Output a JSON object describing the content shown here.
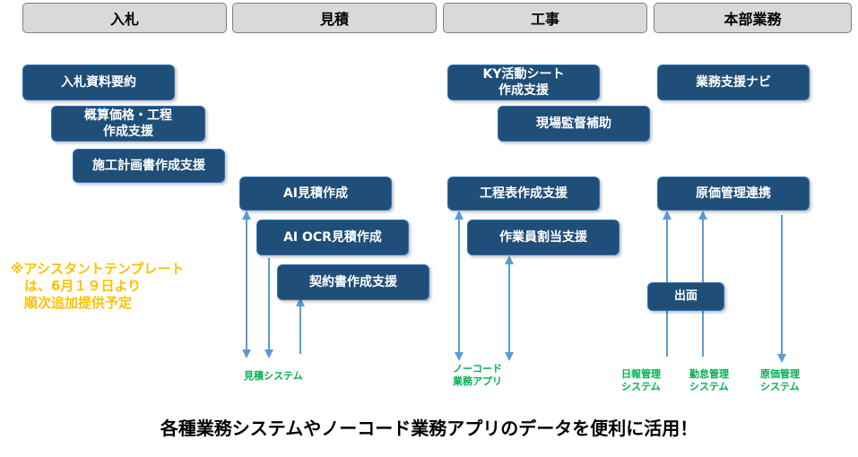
{
  "headers": [
    "入札",
    "見積",
    "工事",
    "本部業務"
  ],
  "boxes": {
    "bid_summary": "入札資料要約",
    "estimate_process": "概算価格・工程\n作成支援",
    "construction_plan": "施工計画書作成支援",
    "ai_estimate": "AI見積作成",
    "ai_ocr_estimate": "AI OCR見積作成",
    "contract": "契約書作成支援",
    "ky_sheet": "KY活動シート\n作成支援",
    "site_supervision": "現場監督補助",
    "schedule": "工程表作成支援",
    "worker_assign": "作業員割当支援",
    "business_navi": "業務支援ナビ",
    "cost_link": "原価管理連携",
    "output": "出面"
  },
  "systems": {
    "estimate_system": "見積システム",
    "nocode_app": "ノーコード\n業務アプリ",
    "daily_report": "日報管理\nシステム",
    "attendance": "勤怠管理\nシステム",
    "cost_system": "原価管理\nシステム"
  },
  "note": "※アシスタントテンプレート\n　は、6月１９日より\n　順次追加提供予定",
  "caption": "各種業務システムやノーコード業務アプリのデータを便利に活用！",
  "colors": {
    "box_fill": "#1f4e79",
    "box_border": "#2e75b6",
    "header_fill": "#d9d9d9",
    "arrow": "#5b9bd5",
    "system_text": "#00b050",
    "note_text": "#ffc000"
  }
}
